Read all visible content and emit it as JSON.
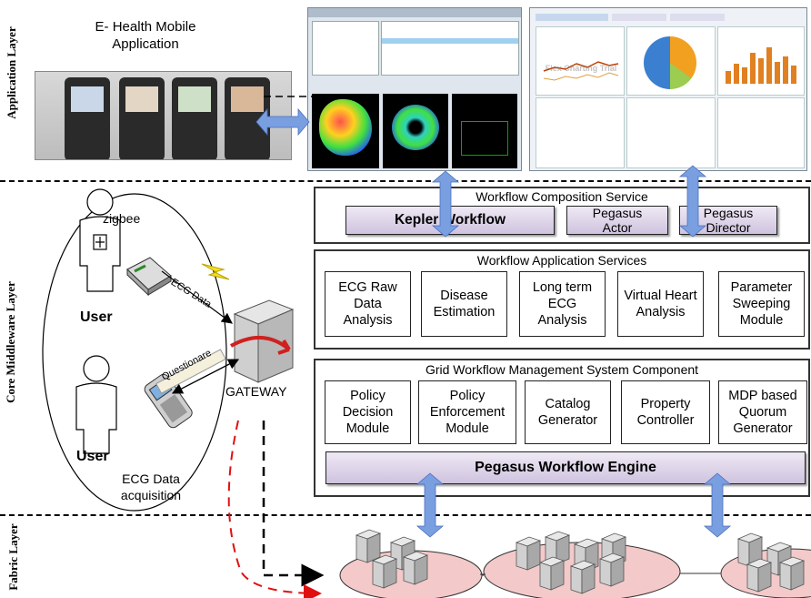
{
  "layers": {
    "application": "Application Layer",
    "middleware": "Core Middleware Layer",
    "fabric": "Fabric Layer"
  },
  "mobile_app_title": "E- Health Mobile\nApplication",
  "workflow_composition": {
    "title": "Workflow Composition Service",
    "kepler": "Kepler Workflow",
    "actor": "Pegasus\nActor",
    "director": "Pegasus\nDirector"
  },
  "workflow_application": {
    "title": "Workflow Application Services",
    "modules": [
      "ECG Raw\nData\nAnalysis",
      "Disease\nEstimation",
      "Long term\nECG\nAnalysis",
      "Virtual Heart\nAnalysis",
      "Parameter\nSweeping\nModule"
    ]
  },
  "grid_management": {
    "title": "Grid Workflow Management System Component",
    "modules": [
      "Policy\nDecision\nModule",
      "Policy\nEnforcement\nModule",
      "Catalog\nGenerator",
      "Property\nController",
      "MDP based\nQuorum\nGenerator"
    ],
    "engine": "Pegasus Workflow Engine"
  },
  "acquisition": {
    "zigbee": "zigbee",
    "user_top": "User",
    "user_bottom": "User",
    "ecg_data": "ECG Data",
    "questionnaire": "Questionare",
    "gateway": "GATEWAY",
    "caption": "ECG Data\nacquisition"
  },
  "screens": {
    "chart_trial": "Flex Charting Trial"
  },
  "colors": {
    "arrow_blue": "#7a9fe0",
    "purple_box": "#d8cde6",
    "ring_pink": "#f3c9c9",
    "red_dashed": "#e01010"
  }
}
